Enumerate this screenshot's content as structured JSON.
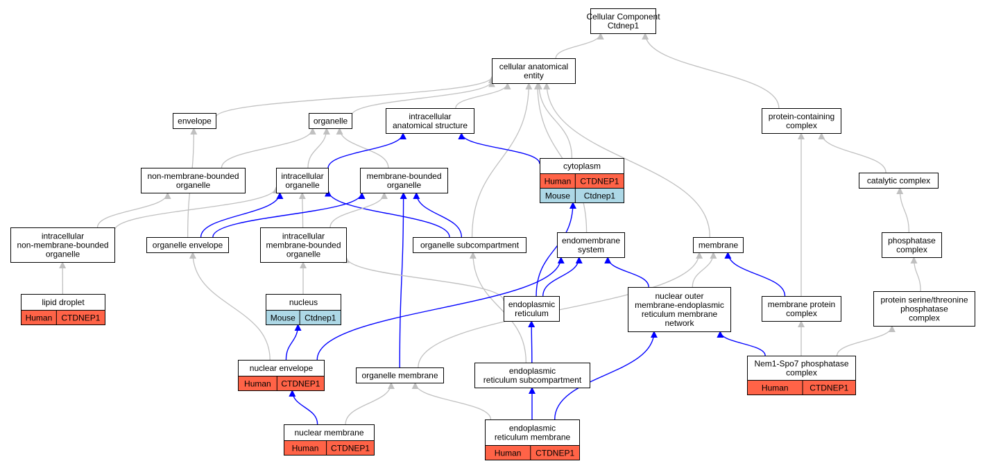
{
  "colors": {
    "edge_gray": "#c0c0c0",
    "edge_blue": "#0000ff",
    "human": "#ff6347",
    "mouse": "#add8e6",
    "node_border": "#000000",
    "node_fill": "#ffffff"
  },
  "nodes": [
    {
      "id": "cc",
      "lines": [
        "Cellular Component",
        "Ctdnep1"
      ]
    },
    {
      "id": "cae",
      "lines": [
        "cellular anatomical",
        "entity"
      ]
    },
    {
      "id": "envelope",
      "lines": [
        "envelope"
      ]
    },
    {
      "id": "organelle",
      "lines": [
        "organelle"
      ]
    },
    {
      "id": "ias",
      "lines": [
        "intracellular",
        "anatomical structure"
      ]
    },
    {
      "id": "pcc",
      "lines": [
        "protein-containing",
        "complex"
      ]
    },
    {
      "id": "nmbo",
      "lines": [
        "non-membrane-bounded",
        "organelle"
      ]
    },
    {
      "id": "io",
      "lines": [
        "intracellular",
        "organelle"
      ]
    },
    {
      "id": "mbo",
      "lines": [
        "membrane-bounded",
        "organelle"
      ]
    },
    {
      "id": "cytoplasm",
      "lines": [
        "cytoplasm"
      ],
      "annotations": [
        [
          "Human",
          "CTDNEP1"
        ],
        [
          "Mouse",
          "Ctdnep1"
        ]
      ]
    },
    {
      "id": "catalytic",
      "lines": [
        "catalytic complex"
      ]
    },
    {
      "id": "inmbo",
      "lines": [
        "intracellular",
        "non-membrane-bounded",
        "organelle"
      ]
    },
    {
      "id": "oe",
      "lines": [
        "organelle envelope"
      ]
    },
    {
      "id": "imbo",
      "lines": [
        "intracellular",
        "membrane-bounded",
        "organelle"
      ]
    },
    {
      "id": "osc",
      "lines": [
        "organelle subcompartment"
      ]
    },
    {
      "id": "ems",
      "lines": [
        "endomembrane",
        "system"
      ]
    },
    {
      "id": "membrane",
      "lines": [
        "membrane"
      ]
    },
    {
      "id": "phc",
      "lines": [
        "phosphatase",
        "complex"
      ]
    },
    {
      "id": "lipid",
      "lines": [
        "lipid droplet"
      ],
      "annotations": [
        [
          "Human",
          "CTDNEP1"
        ]
      ]
    },
    {
      "id": "nucleus",
      "lines": [
        "nucleus"
      ],
      "annotations": [
        [
          "Mouse",
          "Ctdnep1"
        ]
      ]
    },
    {
      "id": "er",
      "lines": [
        "endoplasmic",
        "reticulum"
      ]
    },
    {
      "id": "nuclear_outer",
      "lines": [
        "nuclear outer",
        "membrane-endoplasmic",
        "reticulum membrane",
        "network"
      ]
    },
    {
      "id": "mpc",
      "lines": [
        "membrane protein",
        "complex"
      ]
    },
    {
      "id": "pstpc",
      "lines": [
        "protein serine/threonine",
        "phosphatase",
        "complex"
      ]
    },
    {
      "id": "ne",
      "lines": [
        "nuclear envelope"
      ],
      "annotations": [
        [
          "Human",
          "CTDNEP1"
        ]
      ]
    },
    {
      "id": "om",
      "lines": [
        "organelle membrane"
      ]
    },
    {
      "id": "ersc",
      "lines": [
        "endoplasmic",
        "reticulum subcompartment"
      ]
    },
    {
      "id": "nem1",
      "lines": [
        "Nem1-Spo7 phosphatase",
        "complex"
      ],
      "annotations": [
        [
          "Human",
          "CTDNEP1"
        ]
      ]
    },
    {
      "id": "nm",
      "lines": [
        "nuclear membrane"
      ],
      "annotations": [
        [
          "Human",
          "CTDNEP1"
        ]
      ]
    },
    {
      "id": "erm",
      "lines": [
        "endoplasmic",
        "reticulum membrane"
      ],
      "annotations": [
        [
          "Human",
          "CTDNEP1"
        ]
      ]
    }
  ],
  "edges": [
    {
      "from": "cae",
      "to": "cc",
      "kind": "is_a"
    },
    {
      "from": "pcc",
      "to": "cc",
      "kind": "is_a"
    },
    {
      "from": "envelope",
      "to": "cae",
      "kind": "is_a"
    },
    {
      "from": "organelle",
      "to": "cae",
      "kind": "is_a"
    },
    {
      "from": "ias",
      "to": "cae",
      "kind": "is_a"
    },
    {
      "from": "cytoplasm",
      "to": "cae",
      "kind": "is_a"
    },
    {
      "from": "ems",
      "to": "cae",
      "kind": "is_a"
    },
    {
      "from": "osc",
      "to": "cae",
      "kind": "is_a"
    },
    {
      "from": "membrane",
      "to": "cae",
      "kind": "is_a"
    },
    {
      "from": "catalytic",
      "to": "pcc",
      "kind": "is_a"
    },
    {
      "from": "mpc",
      "to": "pcc",
      "kind": "is_a"
    },
    {
      "from": "nmbo",
      "to": "organelle",
      "kind": "is_a"
    },
    {
      "from": "io",
      "to": "organelle",
      "kind": "is_a"
    },
    {
      "from": "mbo",
      "to": "organelle",
      "kind": "is_a"
    },
    {
      "from": "io",
      "to": "ias",
      "kind": "part_of"
    },
    {
      "from": "cytoplasm",
      "to": "ias",
      "kind": "part_of"
    },
    {
      "from": "oe",
      "to": "envelope",
      "kind": "is_a"
    },
    {
      "from": "inmbo",
      "to": "nmbo",
      "kind": "is_a"
    },
    {
      "from": "inmbo",
      "to": "io",
      "kind": "is_a"
    },
    {
      "from": "oe",
      "to": "io",
      "kind": "part_of"
    },
    {
      "from": "imbo",
      "to": "io",
      "kind": "is_a"
    },
    {
      "from": "osc",
      "to": "io",
      "kind": "part_of"
    },
    {
      "from": "oe",
      "to": "mbo",
      "kind": "part_of"
    },
    {
      "from": "imbo",
      "to": "mbo",
      "kind": "is_a"
    },
    {
      "from": "osc",
      "to": "mbo",
      "kind": "part_of"
    },
    {
      "from": "om",
      "to": "mbo",
      "kind": "part_of"
    },
    {
      "from": "er",
      "to": "cytoplasm",
      "kind": "part_of"
    },
    {
      "from": "phc",
      "to": "catalytic",
      "kind": "is_a"
    },
    {
      "from": "pstpc",
      "to": "phc",
      "kind": "is_a"
    },
    {
      "from": "lipid",
      "to": "inmbo",
      "kind": "is_a"
    },
    {
      "from": "ne",
      "to": "oe",
      "kind": "is_a"
    },
    {
      "from": "nucleus",
      "to": "imbo",
      "kind": "is_a"
    },
    {
      "from": "er",
      "to": "imbo",
      "kind": "is_a"
    },
    {
      "from": "ersc",
      "to": "osc",
      "kind": "is_a"
    },
    {
      "from": "er",
      "to": "ems",
      "kind": "part_of"
    },
    {
      "from": "ne",
      "to": "ems",
      "kind": "part_of"
    },
    {
      "from": "nuclear_outer",
      "to": "ems",
      "kind": "part_of"
    },
    {
      "from": "om",
      "to": "membrane",
      "kind": "is_a"
    },
    {
      "from": "nuclear_outer",
      "to": "membrane",
      "kind": "is_a"
    },
    {
      "from": "mpc",
      "to": "membrane",
      "kind": "part_of"
    },
    {
      "from": "ne",
      "to": "nucleus",
      "kind": "part_of"
    },
    {
      "from": "ersc",
      "to": "er",
      "kind": "part_of"
    },
    {
      "from": "erm",
      "to": "nuclear_outer",
      "kind": "part_of"
    },
    {
      "from": "nem1",
      "to": "nuclear_outer",
      "kind": "part_of"
    },
    {
      "from": "nem1",
      "to": "mpc",
      "kind": "is_a"
    },
    {
      "from": "nem1",
      "to": "pstpc",
      "kind": "is_a"
    },
    {
      "from": "nm",
      "to": "ne",
      "kind": "part_of"
    },
    {
      "from": "nm",
      "to": "om",
      "kind": "is_a"
    },
    {
      "from": "erm",
      "to": "ersc",
      "kind": "part_of"
    },
    {
      "from": "erm",
      "to": "om",
      "kind": "is_a"
    }
  ]
}
